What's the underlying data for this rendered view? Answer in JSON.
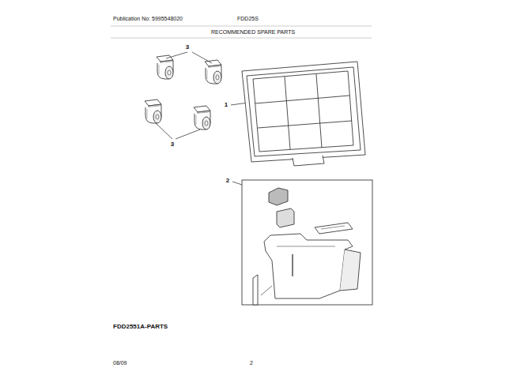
{
  "diagram": {
    "title": "RECOMMENDED SPARE PARTS",
    "labels": [
      "Publication No: 5995548020",
      "FDD25S",
      "3",
      "1",
      "3",
      "2",
      "FDD2551A-PARTS",
      "08/09",
      "2"
    ]
  }
}
